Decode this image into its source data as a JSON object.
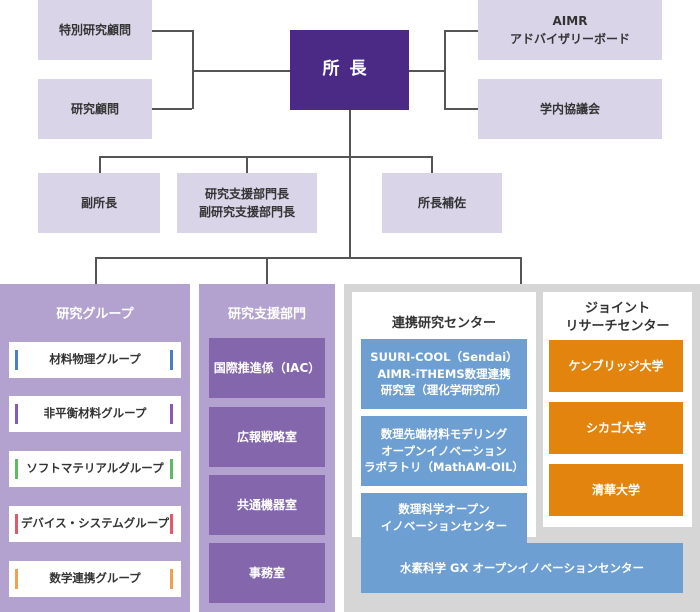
{
  "top": {
    "director": "所長",
    "special_advisor": "特別研究顧問",
    "advisor": "研究顧問",
    "aimr_board": "AIMR\nアドバイザリーボード",
    "council": "学内協議会"
  },
  "middle": {
    "deputy": "副所長",
    "support_head": "研究支援部門長\n副研究支援部門長",
    "assistant": "所長補佐"
  },
  "research_groups": {
    "title": "研究グループ",
    "items": [
      {
        "label": "材料物理グループ",
        "color": "#4a7fc0"
      },
      {
        "label": "非平衡材料グループ",
        "color": "#8a5bb0"
      },
      {
        "label": "ソフトマテリアルグループ",
        "color": "#5dbb63"
      },
      {
        "label": "デバイス・システムグループ",
        "color": "#e05a6a"
      },
      {
        "label": "数学連携グループ",
        "color": "#f0a050"
      }
    ]
  },
  "support_dept": {
    "title": "研究支援部門",
    "items": [
      "国際推進係（IAC）",
      "広報戦略室",
      "共通機器室",
      "事務室"
    ]
  },
  "collab_center": {
    "title": "連携研究センター",
    "items": [
      "SUURI-COOL（Sendai）\nAIMR-iTHEMS数理連携\n研究室（理化学研究所）",
      "数理先端材料モデリング\nオープンイノベーション\nラボラトリ（MathAM-OIL）",
      "数理科学オープン\nイノベーションセンター"
    ],
    "wide_item": "水素科学 GX オープンイノベーションセンター"
  },
  "joint_center": {
    "title": "ジョイント\nリサーチセンター",
    "items": [
      "ケンブリッジ大学",
      "シカゴ大学",
      "清華大学"
    ]
  },
  "colors": {
    "director": "#4b2a86",
    "lavender": "#d9d4e8",
    "group_panel": "#b3a2d0",
    "dept": "#8466ad",
    "collab_blue": "#6e9fd2",
    "joint_orange": "#e2840e",
    "grey_border": "#d6d6d6"
  }
}
